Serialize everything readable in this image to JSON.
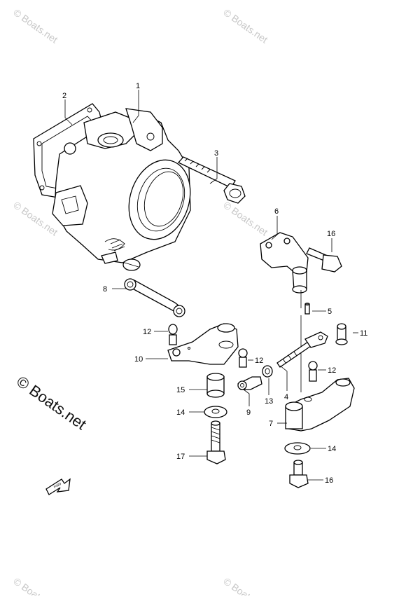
{
  "watermark": "© Boats.net",
  "side_watermark": "© Boats.net",
  "fwd_arrow_label": "FWD",
  "callouts": {
    "p1": "1",
    "p2": "2",
    "p3": "3",
    "p4": "4",
    "p5": "5",
    "p6": "6",
    "p7": "7",
    "p8": "8",
    "p9": "9",
    "p10": "10",
    "p11": "11",
    "p12a": "12",
    "p12b": "12",
    "p12c": "12",
    "p13": "13",
    "p14a": "14",
    "p14b": "14",
    "p15": "15",
    "p16a": "16",
    "p16b": "16",
    "p17": "17"
  },
  "colors": {
    "line": "#000000",
    "watermark": "#c8c8c8",
    "background": "#ffffff"
  }
}
